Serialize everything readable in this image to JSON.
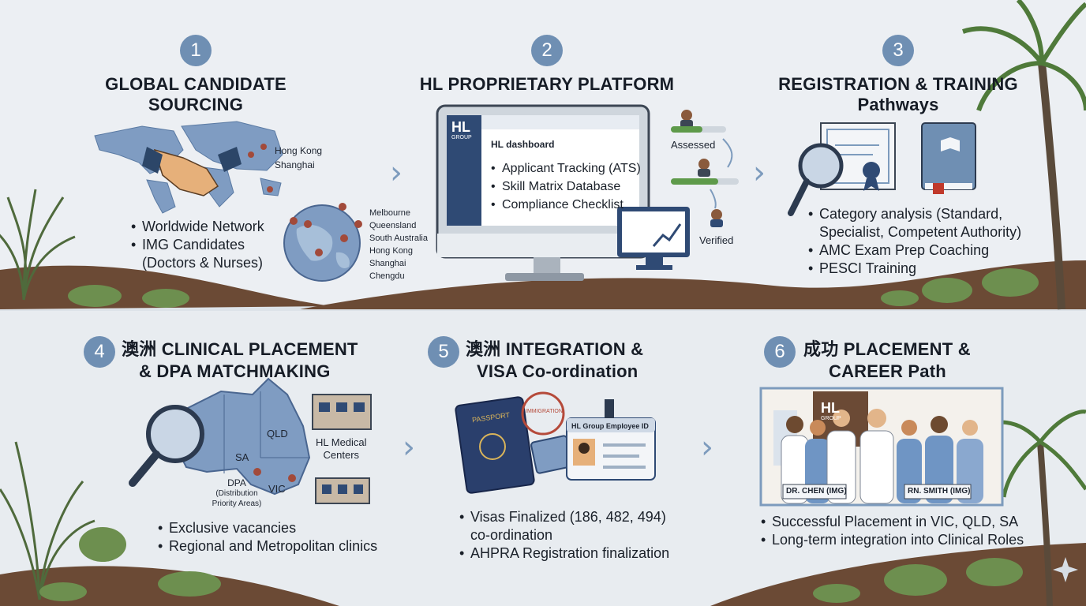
{
  "steps": [
    {
      "num": "1",
      "title_line1": "GLOBAL CANDIDATE",
      "title_line2": "SOURCING",
      "bullets": [
        "Worldwide Network",
        "IMG Candidates",
        "(Doctors & Nurses)"
      ],
      "map_labels": [
        "Hong Kong",
        "Shanghai"
      ],
      "globe_labels": [
        "Melbourne",
        "Queensland",
        "South Australia",
        "Hong Kong",
        "Shanghai",
        "Chengdu"
      ]
    },
    {
      "num": "2",
      "title_line1": "HL PROPRIETARY PLATFORM",
      "title_line2": "",
      "logo": "HL",
      "logo_sub": "GROUP",
      "dashboard_title": "HL dashboard",
      "items": [
        "Applicant Tracking (ATS)",
        "Skill Matrix Database",
        "Compliance Checklist"
      ],
      "assessed": "Assessed",
      "verified": "Verified"
    },
    {
      "num": "3",
      "title_line1": "REGISTRATION & TRAINING",
      "title_line2": "Pathways",
      "bullets": [
        "Category analysis (Standard,",
        "Specialist, Competent Authority)",
        "AMC Exam Prep Coaching",
        "PESCI Training"
      ]
    },
    {
      "num": "4",
      "title_line1": "澳洲 CLINICAL PLACEMENT",
      "title_line2": "& DPA MATCHMAKING",
      "map_labels": {
        "qld": "QLD",
        "sa": "SA",
        "vic": "VIC"
      },
      "centers_label_1": "HL Medical",
      "centers_label_2": "Centers",
      "dpa_1": "DPA",
      "dpa_2": "(Distribution",
      "dpa_3": "Priority Areas)",
      "bullets": [
        "Exclusive vacancies",
        "Regional and Metropolitan clinics"
      ]
    },
    {
      "num": "5",
      "title_line1": "澳洲 INTEGRATION &",
      "title_line2": "VISA Co-ordination",
      "passport": "PASSPORT",
      "stamp": "IMMIGRATION",
      "id_title": "HL Group Employee ID",
      "bullets": [
        "Visas Finalized (186, 482, 494)",
        "co-ordination",
        "AHPRA Registration finalization"
      ]
    },
    {
      "num": "6",
      "title_line1": "成功 PLACEMENT &",
      "title_line2": "CAREER Path",
      "wall_logo": "HL",
      "wall_sub": "GROUP",
      "tag1": "DR. CHEN (IMG)",
      "tag2": "RN. SMITH (IMG)",
      "bullets": [
        "Successful Placement in VIC, QLD, SA",
        "Long-term integration into Clinical Roles"
      ]
    }
  ],
  "arrows": [
    "›",
    "›",
    "›",
    "›"
  ],
  "colors": {
    "accent": "#6f8fb3",
    "navy": "#27416b",
    "soil": "#6b4a35",
    "bg": "#e9edf1"
  }
}
